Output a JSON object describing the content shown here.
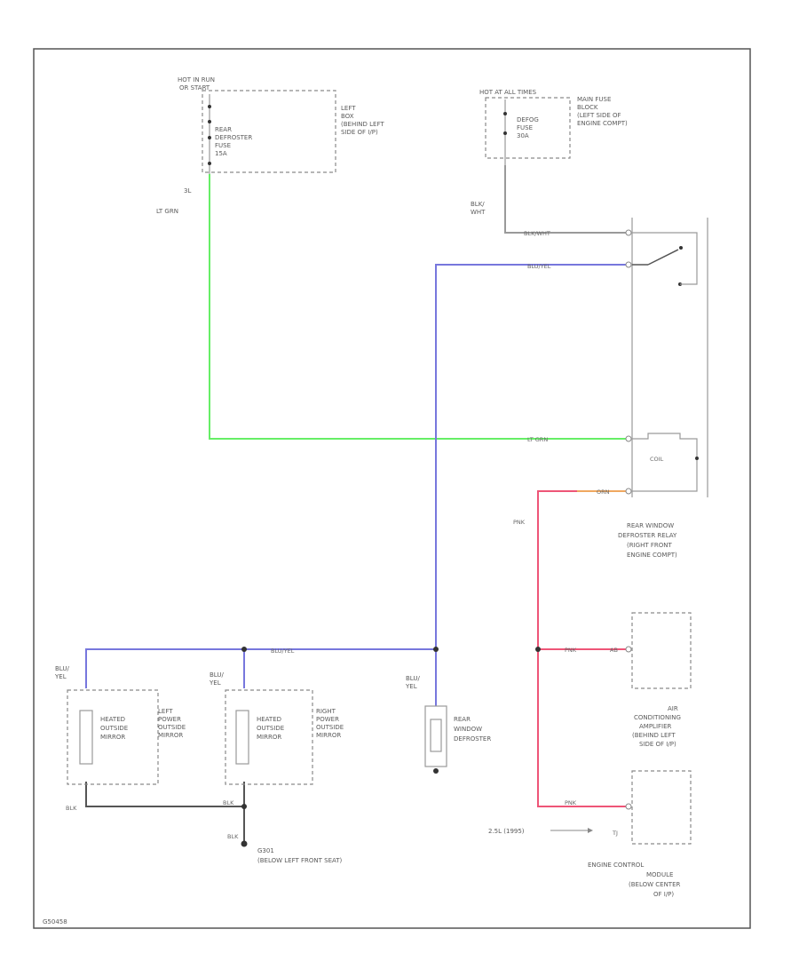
{
  "colors": {
    "lt_grn": "#66ee66",
    "blu_yel": "#7777dd",
    "pnk": "#ee5577",
    "orn": "#f0a860",
    "blk": "#555555",
    "gray": "#9a9a9a"
  },
  "labels": {
    "hot_run": [
      "HOT IN RUN",
      "OR START"
    ],
    "rear_def_fuse": [
      "REAR",
      "DEFROSTER",
      "FUSE",
      "15A"
    ],
    "left_box": [
      "LEFT",
      "BOX",
      "(BEHIND LEFT",
      "SIDE OF I/P)"
    ],
    "hot_all": "HOT AT ALL TIMES",
    "defog_fuse": [
      "DEFOG",
      "FUSE",
      "30A"
    ],
    "main_fuse": [
      "MAIN FUSE",
      "BLOCK",
      "(LEFT SIDE OF",
      "ENGINE COMPT)"
    ],
    "pin_3l": "3L",
    "lt_grn_v": "LT GRN",
    "blk_wht_v": [
      "BLK/",
      "WHT"
    ],
    "blk_wht_h": "BLK/WHT",
    "blu_yel_h": "BLU/YEL",
    "lt_grn_h": "LT GRN",
    "orn_h": "ORN",
    "coil": "COIL",
    "pnk_v": "PNK",
    "relay": [
      "REAR WINDOW",
      "DEFROSTER RELAY",
      "(RIGHT FRONT",
      "ENGINE COMPT)"
    ],
    "blu_yel_bottom": "BLU/YEL",
    "blu_yel_left": [
      "BLU/",
      "YEL"
    ],
    "blu_yel_mid": [
      "BLU/",
      "YEL"
    ],
    "blu_yel_rd": [
      "BLU/",
      "YEL"
    ],
    "heated_left": [
      "HEATED",
      "OUTSIDE",
      "MIRROR"
    ],
    "left_power": [
      "LEFT",
      "POWER",
      "OUTSIDE",
      "MIRROR"
    ],
    "heated_right": [
      "HEATED",
      "OUTSIDE",
      "MIRROR"
    ],
    "right_power": [
      "RIGHT",
      "POWER",
      "OUTSIDE",
      "MIRROR"
    ],
    "rear_defroster": [
      "REAR",
      "WINDOW",
      "DEFROSTER"
    ],
    "pnk_h1": "PNK",
    "ac_pin": "AB",
    "ac_amp": [
      "AIR",
      "CONDITIONING",
      "AMPLIFIER",
      "(BEHIND LEFT",
      "SIDE OF I/P)"
    ],
    "pnk_h2": "PNK",
    "ecm_pin": "TJ",
    "ecm_note": "2.5L (1995)",
    "ecm": [
      "ENGINE CONTROL",
      "MODULE",
      "(BELOW CENTER",
      "OF I/P)"
    ],
    "blk_left": "BLK",
    "blk_right": "BLK",
    "blk_ground": "BLK",
    "ground": [
      "G301",
      "(BELOW LEFT FRONT SEAT)"
    ],
    "figure_id": "G50458"
  }
}
